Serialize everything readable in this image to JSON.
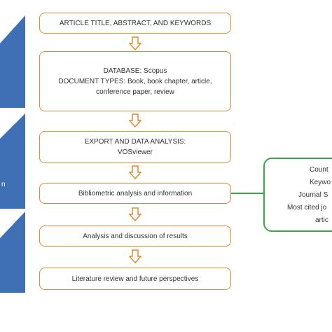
{
  "colors": {
    "stage_blue": "#3f6fb5",
    "box_border": "#e08a2e",
    "arrow_fill": "#ffffff",
    "output_border": "#3aa64a",
    "text": "#333333"
  },
  "stages": [
    {
      "label": ""
    },
    {
      "label": "n"
    },
    {
      "label": ""
    }
  ],
  "steps": [
    {
      "lines": [
        "ARTICLE TITLE, ABSTRACT, AND KEYWORDS"
      ]
    },
    {
      "lines": [
        "DATABASE: Scopus",
        "DOCUMENT TYPES: Book, book chapter, article,",
        "conference paper, review"
      ]
    },
    {
      "lines": [
        "EXPORT AND DATA ANALYSIS:",
        "VOSviewer"
      ]
    },
    {
      "lines": [
        "Bibliometric analysis and information"
      ]
    },
    {
      "lines": [
        "Analysis and discussion of results"
      ]
    },
    {
      "lines": [
        "Literature review and future perspectives"
      ]
    }
  ],
  "output": {
    "lines": [
      "Count",
      "Keywo",
      "Journal S",
      "Most cited jo",
      "artic"
    ]
  }
}
